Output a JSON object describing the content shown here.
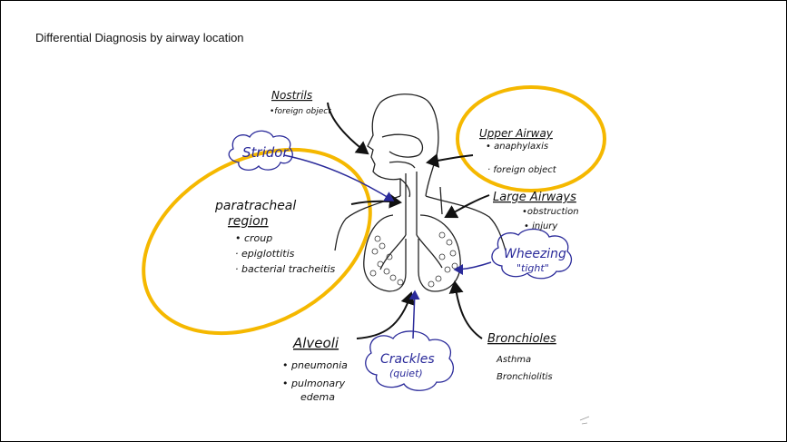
{
  "slide": {
    "title": "Differential Diagnosis by airway location"
  },
  "colors": {
    "highlight": "#F5B800",
    "ink": "#111111",
    "blue_ink": "#2A2A9A"
  },
  "labels": {
    "nostrils": {
      "heading": "Nostrils",
      "items": [
        "•foreign object"
      ]
    },
    "upper_airway": {
      "heading": "Upper Airway",
      "items": [
        "• anaphylaxis",
        "· foreign object"
      ]
    },
    "stridor": "Stridor",
    "paratracheal": {
      "heading_1": "paratracheal",
      "heading_2": "region",
      "items": [
        "• croup",
        "· epiglottitis",
        "· bacterial tracheitis"
      ]
    },
    "large_airways": {
      "heading": "Large Airways",
      "items": [
        "•obstruction",
        "• injury"
      ]
    },
    "wheezing": {
      "word": "Wheezing",
      "sub": "\"tight\""
    },
    "alveoli": {
      "heading": "Alveoli",
      "items": [
        "• pneumonia",
        "• pulmonary",
        "edema"
      ]
    },
    "crackles": {
      "word": "Crackles",
      "sub": "(quiet)"
    },
    "bronchioles": {
      "heading": "Bronchioles",
      "items": [
        "Asthma",
        "Bronchiolitis"
      ]
    }
  }
}
